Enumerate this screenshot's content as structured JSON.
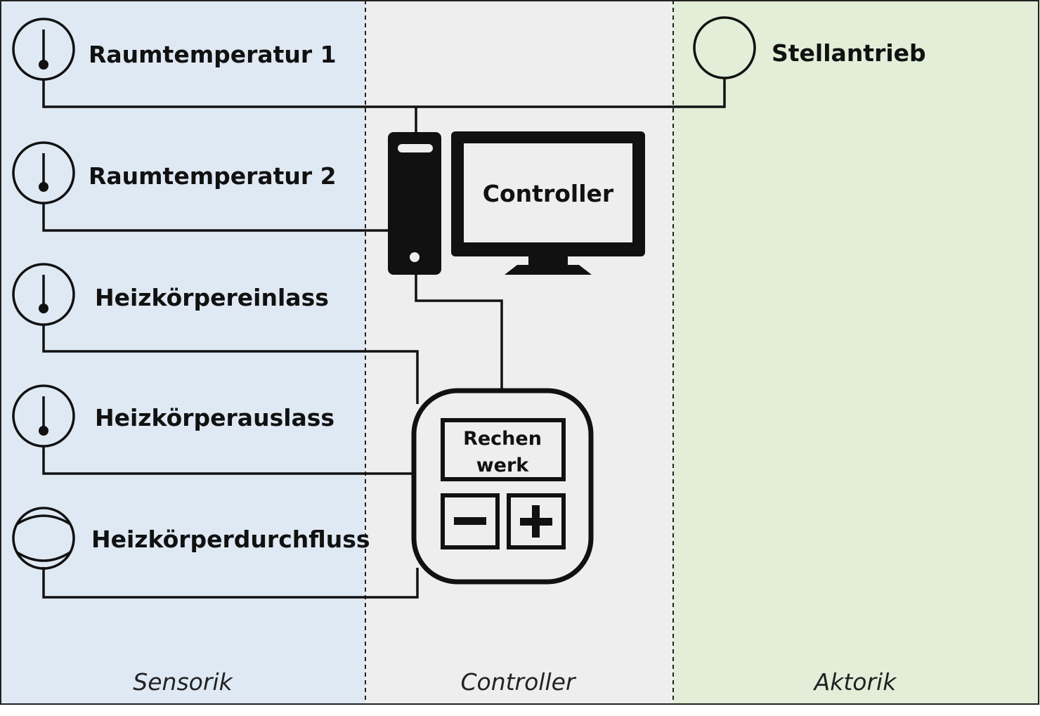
{
  "zones": {
    "sensorik": {
      "label": "Sensorik",
      "color": "#dfe9f4"
    },
    "controller": {
      "label": "Controller",
      "color": "#eeeeee"
    },
    "aktorik": {
      "label": "Aktorik",
      "color": "#e2eed8"
    }
  },
  "sensors": [
    {
      "label": "Raumtemperatur 1",
      "icon": "thermometer-icon"
    },
    {
      "label": "Raumtemperatur 2",
      "icon": "thermometer-icon"
    },
    {
      "label": "Heizkörpereinlass",
      "icon": "thermometer-icon"
    },
    {
      "label": "Heizkörperauslass",
      "icon": "thermometer-icon"
    },
    {
      "label": "Heizkörperdurchfluss",
      "icon": "flow-meter-icon"
    }
  ],
  "actuator": {
    "label": "Stellantrieb",
    "icon": "actuator-icon"
  },
  "controller_unit": {
    "screen_label": "Controller",
    "icon": "computer-icon"
  },
  "rechenwerk": {
    "line1": "Rechen",
    "line2": "werk",
    "icon": "calculator-icon"
  },
  "colors": {
    "line": "#111111",
    "border": "#222222"
  }
}
